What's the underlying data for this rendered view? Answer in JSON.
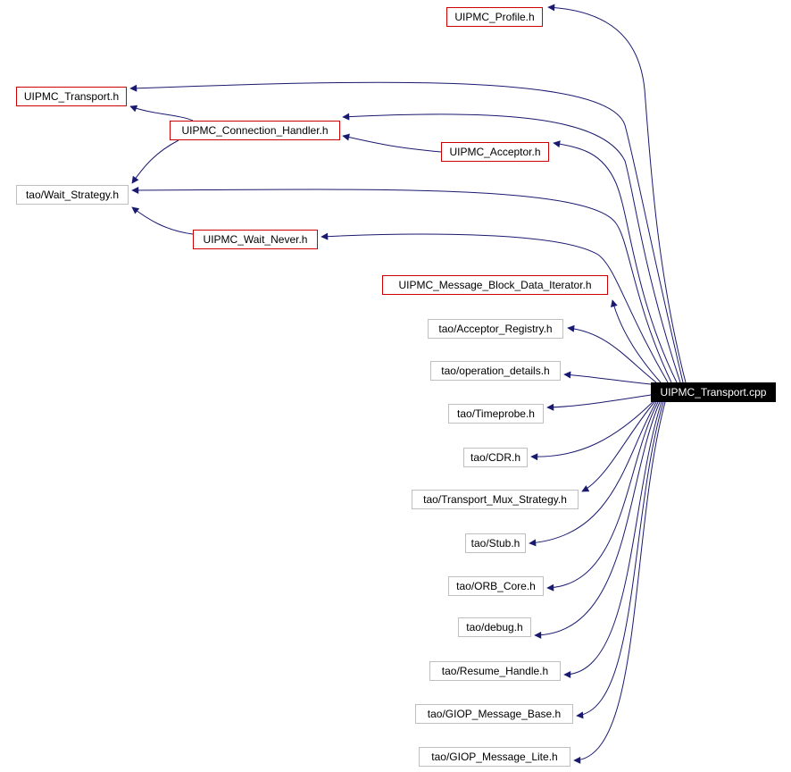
{
  "graph": {
    "root": {
      "id": "root",
      "label": "UIPMC_Transport.cpp"
    },
    "nodes": [
      {
        "id": "profile",
        "label": "UIPMC_Profile.h",
        "style": "red"
      },
      {
        "id": "transport_h",
        "label": "UIPMC_Transport.h",
        "style": "red"
      },
      {
        "id": "conn_handler",
        "label": "UIPMC_Connection_Handler.h",
        "style": "red"
      },
      {
        "id": "acceptor",
        "label": "UIPMC_Acceptor.h",
        "style": "red"
      },
      {
        "id": "wait_strategy",
        "label": "tao/Wait_Strategy.h",
        "style": "gray"
      },
      {
        "id": "wait_never",
        "label": "UIPMC_Wait_Never.h",
        "style": "red"
      },
      {
        "id": "mbdi",
        "label": "UIPMC_Message_Block_Data_Iterator.h",
        "style": "red"
      },
      {
        "id": "acceptor_registry",
        "label": "tao/Acceptor_Registry.h",
        "style": "gray"
      },
      {
        "id": "operation_details",
        "label": "tao/operation_details.h",
        "style": "gray"
      },
      {
        "id": "timeprobe",
        "label": "tao/Timeprobe.h",
        "style": "gray"
      },
      {
        "id": "cdr",
        "label": "tao/CDR.h",
        "style": "gray"
      },
      {
        "id": "tms",
        "label": "tao/Transport_Mux_Strategy.h",
        "style": "gray"
      },
      {
        "id": "stub",
        "label": "tao/Stub.h",
        "style": "gray"
      },
      {
        "id": "orb_core",
        "label": "tao/ORB_Core.h",
        "style": "gray"
      },
      {
        "id": "debug",
        "label": "tao/debug.h",
        "style": "gray"
      },
      {
        "id": "resume_handle",
        "label": "tao/Resume_Handle.h",
        "style": "gray"
      },
      {
        "id": "giop_base",
        "label": "tao/GIOP_Message_Base.h",
        "style": "gray"
      },
      {
        "id": "giop_lite",
        "label": "tao/GIOP_Message_Lite.h",
        "style": "gray"
      }
    ],
    "edges": [
      {
        "from": "root",
        "to": "profile"
      },
      {
        "from": "root",
        "to": "transport_h"
      },
      {
        "from": "root",
        "to": "conn_handler"
      },
      {
        "from": "root",
        "to": "acceptor"
      },
      {
        "from": "root",
        "to": "wait_strategy"
      },
      {
        "from": "root",
        "to": "wait_never"
      },
      {
        "from": "root",
        "to": "mbdi"
      },
      {
        "from": "root",
        "to": "acceptor_registry"
      },
      {
        "from": "root",
        "to": "operation_details"
      },
      {
        "from": "root",
        "to": "timeprobe"
      },
      {
        "from": "root",
        "to": "cdr"
      },
      {
        "from": "root",
        "to": "tms"
      },
      {
        "from": "root",
        "to": "stub"
      },
      {
        "from": "root",
        "to": "orb_core"
      },
      {
        "from": "root",
        "to": "debug"
      },
      {
        "from": "root",
        "to": "resume_handle"
      },
      {
        "from": "root",
        "to": "giop_base"
      },
      {
        "from": "root",
        "to": "giop_lite"
      },
      {
        "from": "conn_handler",
        "to": "transport_h"
      },
      {
        "from": "conn_handler",
        "to": "wait_strategy"
      },
      {
        "from": "acceptor",
        "to": "conn_handler"
      },
      {
        "from": "wait_never",
        "to": "wait_strategy"
      }
    ],
    "colors": {
      "edge": "#191970",
      "red_border": "#cc0000",
      "gray_border": "#bfbfbf",
      "root_fill": "#000000"
    }
  }
}
